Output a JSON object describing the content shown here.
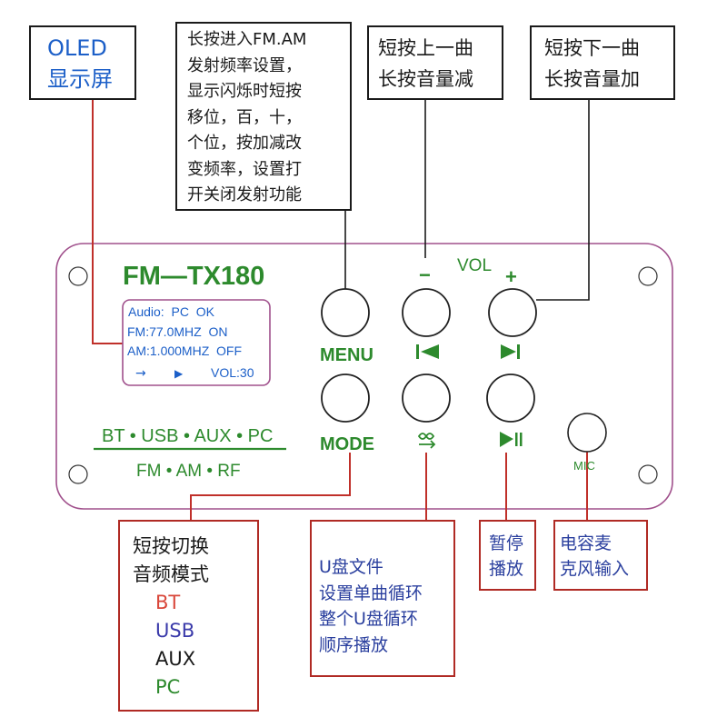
{
  "board": {
    "model": "FM—TX180",
    "vol_label": "VOL",
    "minus": "−",
    "plus": "+",
    "menu_label": "MENU",
    "mode_label": "MODE",
    "mic_label": "MIC",
    "sources_line": "BT • USB • AUX • PC",
    "bands_line": "FM • AM • RF"
  },
  "screen": {
    "line1": "Audio:  PC  OK",
    "line2": "FM:77.0MHZ  ON",
    "line3": "AM:1.000MHZ  OFF",
    "arrow": "→",
    "play": "▶",
    "vol": "VOL:30"
  },
  "callouts": {
    "oled": [
      "OLED",
      "显示屏"
    ],
    "menu": [
      "长按进入FM.AM",
      "发射频率设置，",
      "显示闪烁时短按",
      "移位，百，十，",
      "个位，按加减改",
      "变频率，设置打",
      "开关闭发射功能"
    ],
    "prev": [
      "短按上一曲",
      "长按音量减"
    ],
    "next": [
      "短按下一曲",
      "长按音量加"
    ],
    "mode": {
      "title": [
        "短按切换",
        "音频模式"
      ],
      "options": [
        "BT",
        "USB",
        "AUX",
        "PC"
      ],
      "option_colors": [
        "#d9473a",
        "#3a3aaa",
        "#1a1a1a",
        "#2d8a2d"
      ]
    },
    "repeat": [
      "U盘文件",
      "设置单曲循环",
      "整个U盘循环",
      "顺序播放"
    ],
    "pause": [
      "暂停",
      "播放"
    ],
    "mic": [
      "电容麦",
      "克风输入"
    ]
  },
  "colors": {
    "board_outline": "#a0508c",
    "board_text": "#2d8a2d",
    "screen_text": "#1c5fc8",
    "leader_red": "#c0302a",
    "box_text_blue": "#2a3f9e"
  },
  "icons": [
    "previous-track-icon",
    "next-track-icon",
    "repeat-icon",
    "play-pause-icon"
  ]
}
